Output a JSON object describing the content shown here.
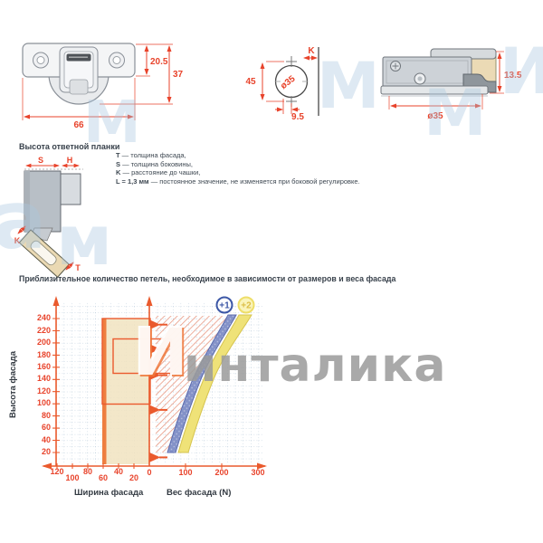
{
  "top_drawings": {
    "plate": {
      "dim_top": "20.5",
      "dim_full": "37",
      "dim_width": "66"
    },
    "drill": {
      "dim_height": "45",
      "dim_diameter": "ø35",
      "dim_offset": "9.5",
      "dim_edge": "K"
    },
    "cup": {
      "dim_height": "13.5",
      "dim_diameter": "ø35"
    }
  },
  "plate_section": {
    "heading": "Высота ответной планки",
    "labels": {
      "s": "S",
      "h": "H",
      "k": "K",
      "t": "T"
    },
    "legend": [
      {
        "key": "T",
        "rest": " — толщина фасада,"
      },
      {
        "key": "S",
        "rest": " — толщина боковины,"
      },
      {
        "key": "K",
        "rest": " — расстояние до чашки,"
      },
      {
        "key": "L = 1,3 мм",
        "rest": " — постоянное значение, не изменяется при боковой регулировке."
      }
    ]
  },
  "chart": {
    "title": "Приблизительное количество петель, необходимое в зависимости от размеров и веса фасада",
    "ylabel": "Высота фасада",
    "xlabel_left": "Ширина фасада",
    "xlabel_right": "Вес фасада (N)",
    "y_ticks": [
      "240",
      "220",
      "200",
      "180",
      "160",
      "140",
      "120",
      "100",
      "80",
      "60",
      "40",
      "20"
    ],
    "width_ticks": [
      "120",
      "100",
      "80",
      "60",
      "40",
      "20"
    ],
    "zero_tick": "0",
    "weight_ticks": [
      "100",
      "200",
      "300"
    ],
    "badge_plus1": "+1",
    "badge_plus2": "+2"
  },
  "watermark": {
    "text": "инталика",
    "logo_letter": "И",
    "faint": [
      "М",
      "М",
      "М",
      "И",
      "а",
      "м"
    ]
  },
  "colors": {
    "dim_red": "#e8432b",
    "chart_orange": "#ea5a2d",
    "beige_fill": "#f1e3c0",
    "hatch_pink": "#e99a84",
    "band_blue": "#8492c8",
    "band_yellow": "#efe278",
    "grid_blue": "#b5c8d8"
  },
  "chart_data": {
    "type": "area",
    "title": "Приблизительное количество петель, необходимое в зависимости от размеров и веса фасада",
    "ylabel": "Высота фасада",
    "xlabel_left": "Ширина фасада",
    "xlabel_right": "Вес фасада (N)",
    "y_axis_range": [
      0,
      260
    ],
    "y_ticks": [
      240,
      220,
      200,
      180,
      160,
      140,
      120,
      100,
      80,
      60,
      40,
      20
    ],
    "width_axis_ticks_reversed": [
      120,
      100,
      80,
      60,
      40,
      20,
      0
    ],
    "weight_axis_ticks": [
      0,
      100,
      200,
      300
    ],
    "grid": true,
    "series": [
      {
        "name": "+1",
        "style": "blue band",
        "heights": [
          20,
          60,
          100,
          140,
          180,
          220,
          240
        ],
        "weight_min": [
          50,
          70,
          92,
          120,
          152,
          195,
          218
        ],
        "weight_max": [
          72,
          92,
          115,
          142,
          175,
          218,
          240
        ]
      },
      {
        "name": "+2",
        "style": "yellow band",
        "heights": [
          20,
          60,
          100,
          140,
          180,
          220,
          240
        ],
        "weight_min": [
          80,
          100,
          122,
          150,
          180,
          225,
          247
        ],
        "weight_max": [
          107,
          127,
          150,
          177,
          207,
          252,
          275
        ]
      }
    ],
    "annotations": {
      "beige_column_width_range": [
        0,
        57
      ],
      "orange_strip_at_width": 60,
      "outlined_rect_1": {
        "width_range": [
          0,
          62
        ],
        "height_range": [
          100,
          240
        ]
      },
      "outlined_rect_2": {
        "width_to_weight_range": [
          47,
          60
        ],
        "height_range": [
          150,
          207
        ]
      },
      "right_arrows_at_heights": [
        230,
        190,
        147,
        90,
        12
      ],
      "hatched_region": "between weight ≈20 and the +1 blue band, heights ≈100–240"
    }
  }
}
